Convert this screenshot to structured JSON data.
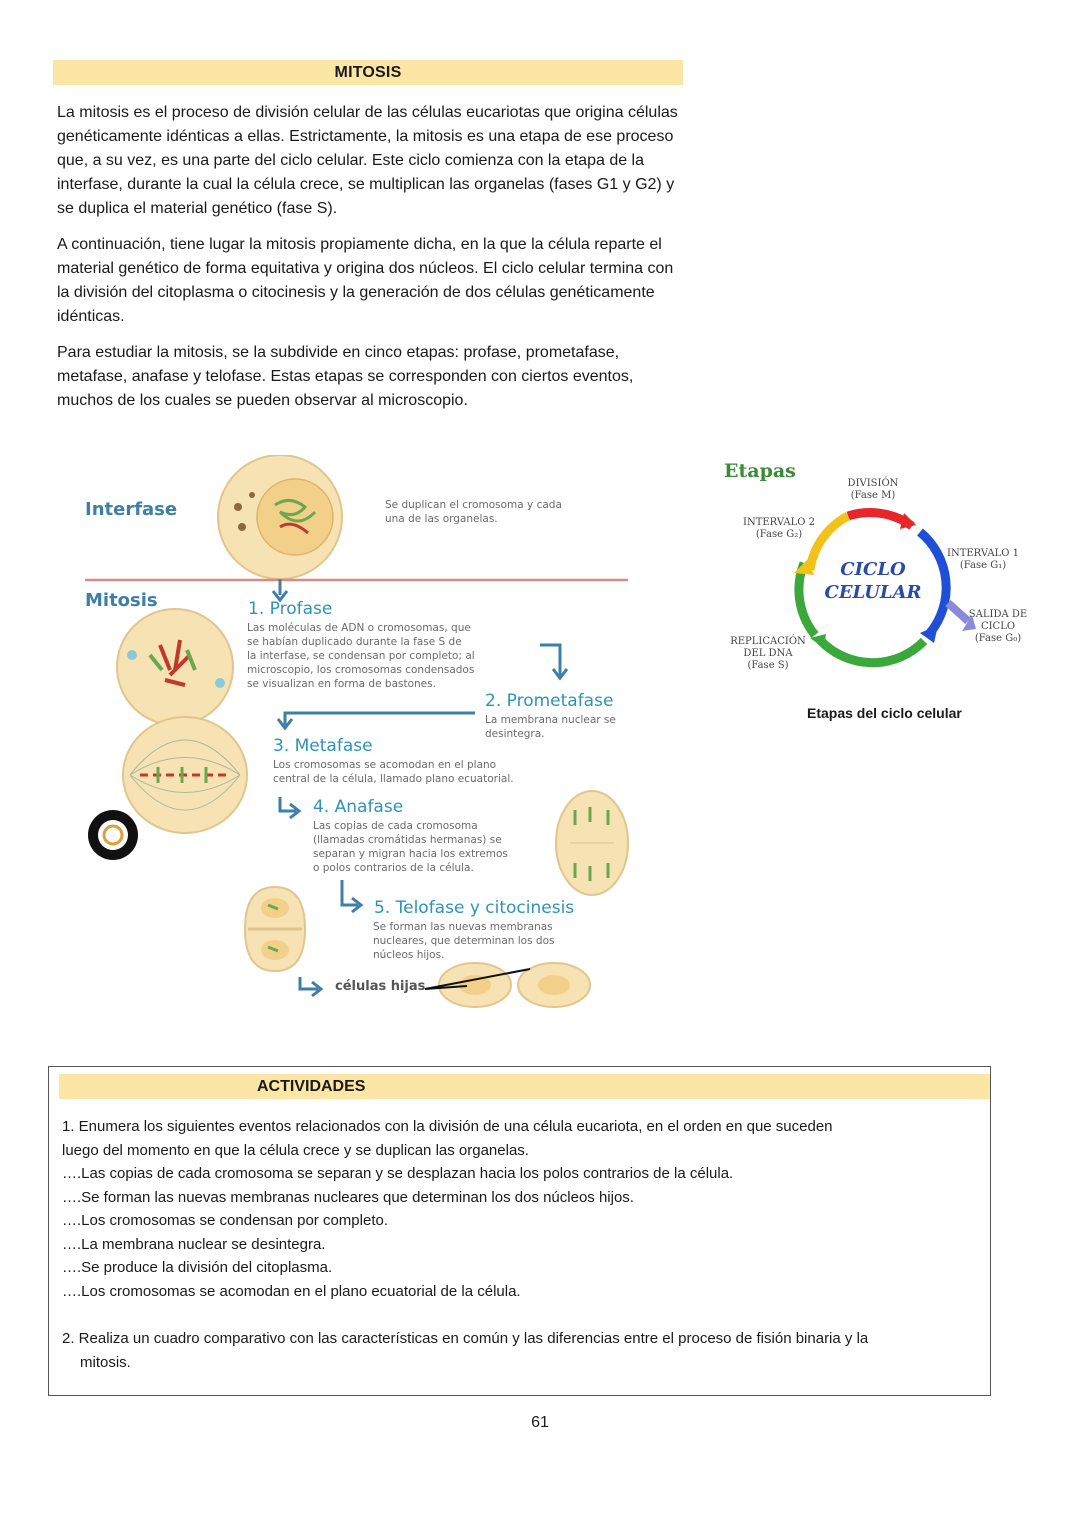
{
  "header": {
    "title": "MITOSIS"
  },
  "intro": [
    "La mitosis es el proceso de división celular de las células eucariotas que origina células genéticamente idénticas a ellas. Estrictamente, la mitosis es una etapa de ese proceso que, a su vez, es una parte del ciclo celular. Este ciclo comienza con la etapa de la interfase, durante la cual la célula crece, se multiplican las organelas (fases G1 y G2) y se duplica el material genético (fase S).",
    "A continuación, tiene lugar la mitosis propiamente dicha, en la que la célula reparte el material genético de forma equitativa y origina dos núcleos. El ciclo celular termina con la división del citoplasma o citocinesis y la generación de dos células genéticamente idénticas.",
    "Para estudiar la mitosis, se la subdivide en cinco etapas: profase, prometafase, metafase, anafase y telofase. Estas etapas se corresponden con ciertos eventos, muchos de los cuales se pueden observar al microscopio."
  ],
  "diagram": {
    "interfase_label": "Interfase",
    "interfase_desc": [
      "Se duplican el cromosoma y cada",
      "una de las organelas."
    ],
    "mitosis_label": "Mitosis",
    "profase_title": "1. Profase",
    "profase_desc": [
      "Las moléculas de ADN o cromosomas, que",
      "se habían duplicado durante la fase S de",
      "la interfase, se condensan por completo; al",
      "microscopio, los cromosomas condensados",
      "se visualizan en forma de bastones."
    ],
    "prometafase_title": "2. Prometafase",
    "prometafase_desc": [
      "La membrana nuclear se",
      "desintegra."
    ],
    "metafase_title": "3. Metafase",
    "metafase_desc": [
      "Los cromosomas se acomodan en el plano",
      "central de la célula, llamado plano ecuatorial."
    ],
    "anafase_title": "4. Anafase",
    "anafase_desc": [
      "Las copias de cada cromosoma",
      "(llamadas cromátidas hermanas) se",
      "separan y migran hacia los extremos",
      "o polos contrarios de la célula."
    ],
    "telofase_title": "5. Telofase y citocinesis",
    "telofase_desc": [
      "Se forman las nuevas membranas",
      "nucleares, que determinan los dos",
      "núcleos hijos."
    ],
    "hijas_label": "células hijas"
  },
  "cycle": {
    "title": "Etapas",
    "center": [
      "CICLO",
      "CELULAR"
    ],
    "division": [
      "DIVISIÓN",
      "(Fase M)"
    ],
    "intervalo2": [
      "INTERVALO 2",
      "(Fase G₂)"
    ],
    "intervalo1": [
      "INTERVALO 1",
      "(Fase G₁)"
    ],
    "salida": [
      "SALIDA DE",
      "CICLO",
      "(Fase G₀)"
    ],
    "replicacion": [
      "REPLICACIÓN",
      "DEL DNA",
      "(Fase S)"
    ],
    "caption": "Etapas del ciclo celular",
    "colors": {
      "red": "#e8262a",
      "blue": "#1f4fd6",
      "green": "#3aa83a",
      "yellow": "#f2c21a",
      "violet": "#8b8ad8"
    }
  },
  "activities": {
    "title": "ACTIVIDADES",
    "q1_intro": [
      "1. Enumera los siguientes eventos relacionados con la división de una célula eucariota, en el orden en que suceden",
      "luego del momento en que la célula crece y se duplican las organelas."
    ],
    "q1_items": [
      " ….Las copias de cada cromosoma se separan y se desplazan hacia los polos contrarios de la célula.",
      "….Se forman las nuevas membranas nucleares que determinan los dos núcleos hijos.",
      "….Los cromosomas se condensan por completo.",
      "….La membrana nuclear se desintegra.",
      "….Se produce la división del citoplasma.",
      "….Los cromosomas se acomodan en el plano ecuatorial de la célula."
    ],
    "q2": [
      "2. Realiza un cuadro comparativo con las características en común y las diferencias entre el proceso de fisión binaria y la",
      "mitosis."
    ]
  },
  "footer": {
    "page_number": "61"
  }
}
